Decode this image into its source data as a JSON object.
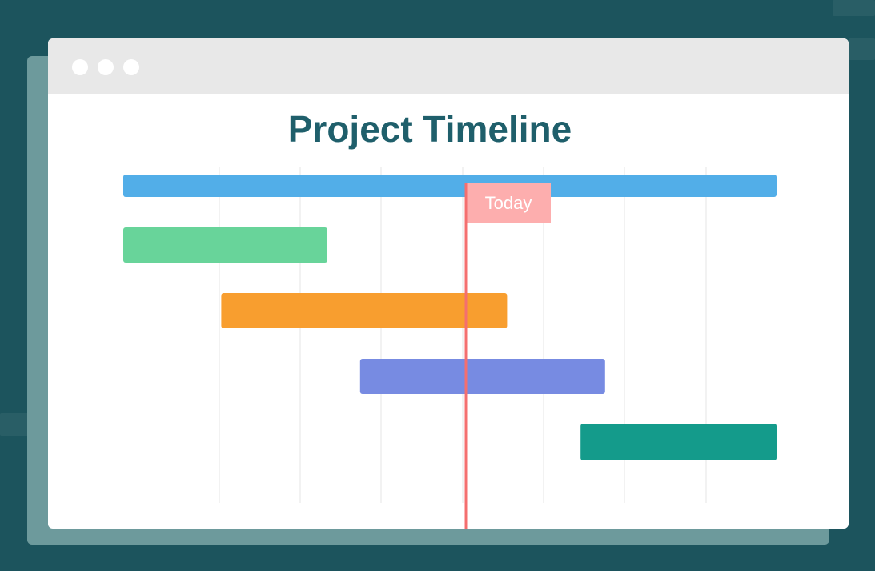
{
  "chart_data": {
    "type": "gantt",
    "title": "Project Timeline",
    "x_range": [
      0,
      8
    ],
    "today": 4.2,
    "today_label": "Today",
    "tasks": [
      {
        "start": 0.0,
        "end": 8.0,
        "color": "#52aee8"
      },
      {
        "start": 0.0,
        "end": 2.5,
        "color": "#68d49a"
      },
      {
        "start": 1.2,
        "end": 4.7,
        "color": "#f89e2f"
      },
      {
        "start": 2.9,
        "end": 5.9,
        "color": "#778be2"
      },
      {
        "start": 5.6,
        "end": 8.0,
        "color": "#149b8b"
      }
    ],
    "grid": true,
    "today_line_color": "#f46f6f",
    "today_label_bg": "#fdaeae"
  },
  "window": {
    "traffic_lights": [
      "dot-icon",
      "dot-icon",
      "dot-icon"
    ]
  }
}
